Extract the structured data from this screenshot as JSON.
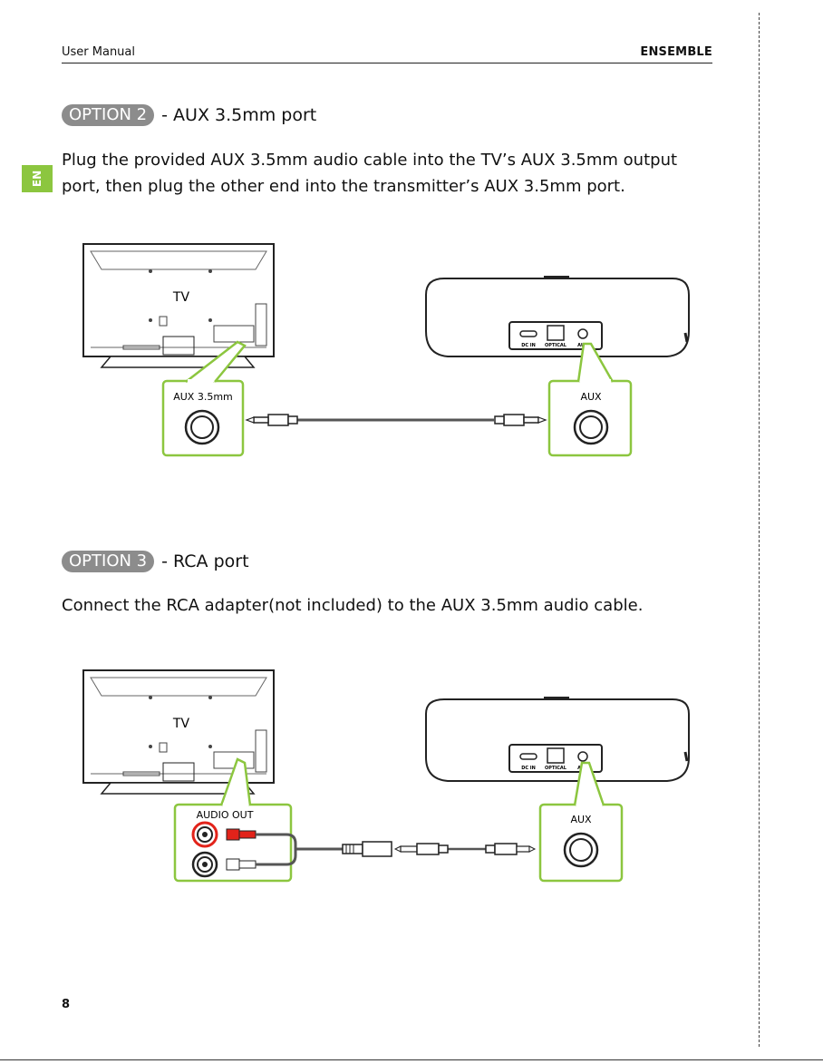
{
  "header": {
    "left": "User Manual",
    "right": "ENSEMBLE"
  },
  "side_tab": "EN",
  "option2": {
    "badge": "OPTION 2",
    "title": "- AUX 3.5mm port",
    "line1": "Plug the provided AUX 3.5mm audio cable into the TV’s AUX 3.5mm output",
    "line2": "port, then plug the other end into the transmitter’s AUX 3.5mm port.",
    "diagram": {
      "tv_label": "TV",
      "tv_port_label": "AUX 3.5mm",
      "tx_port_label": "AUX",
      "tx_dc": "DC IN",
      "tx_optical": "OPTICAL",
      "tx_aux": "AUX"
    }
  },
  "option3": {
    "badge": "OPTION 3",
    "title": "- RCA port",
    "line1": "Connect the RCA adapter(not included) to the AUX 3.5mm audio cable.",
    "diagram": {
      "tv_label": "TV",
      "tv_port_label": "AUDIO OUT",
      "tx_port_label": "AUX",
      "tx_dc": "DC IN",
      "tx_optical": "OPTICAL",
      "tx_aux": "AUX"
    }
  },
  "colors": {
    "accent": "#8cc63f",
    "badge": "#8c8c8c",
    "rca_red": "#e2231a"
  },
  "page_number": "8"
}
